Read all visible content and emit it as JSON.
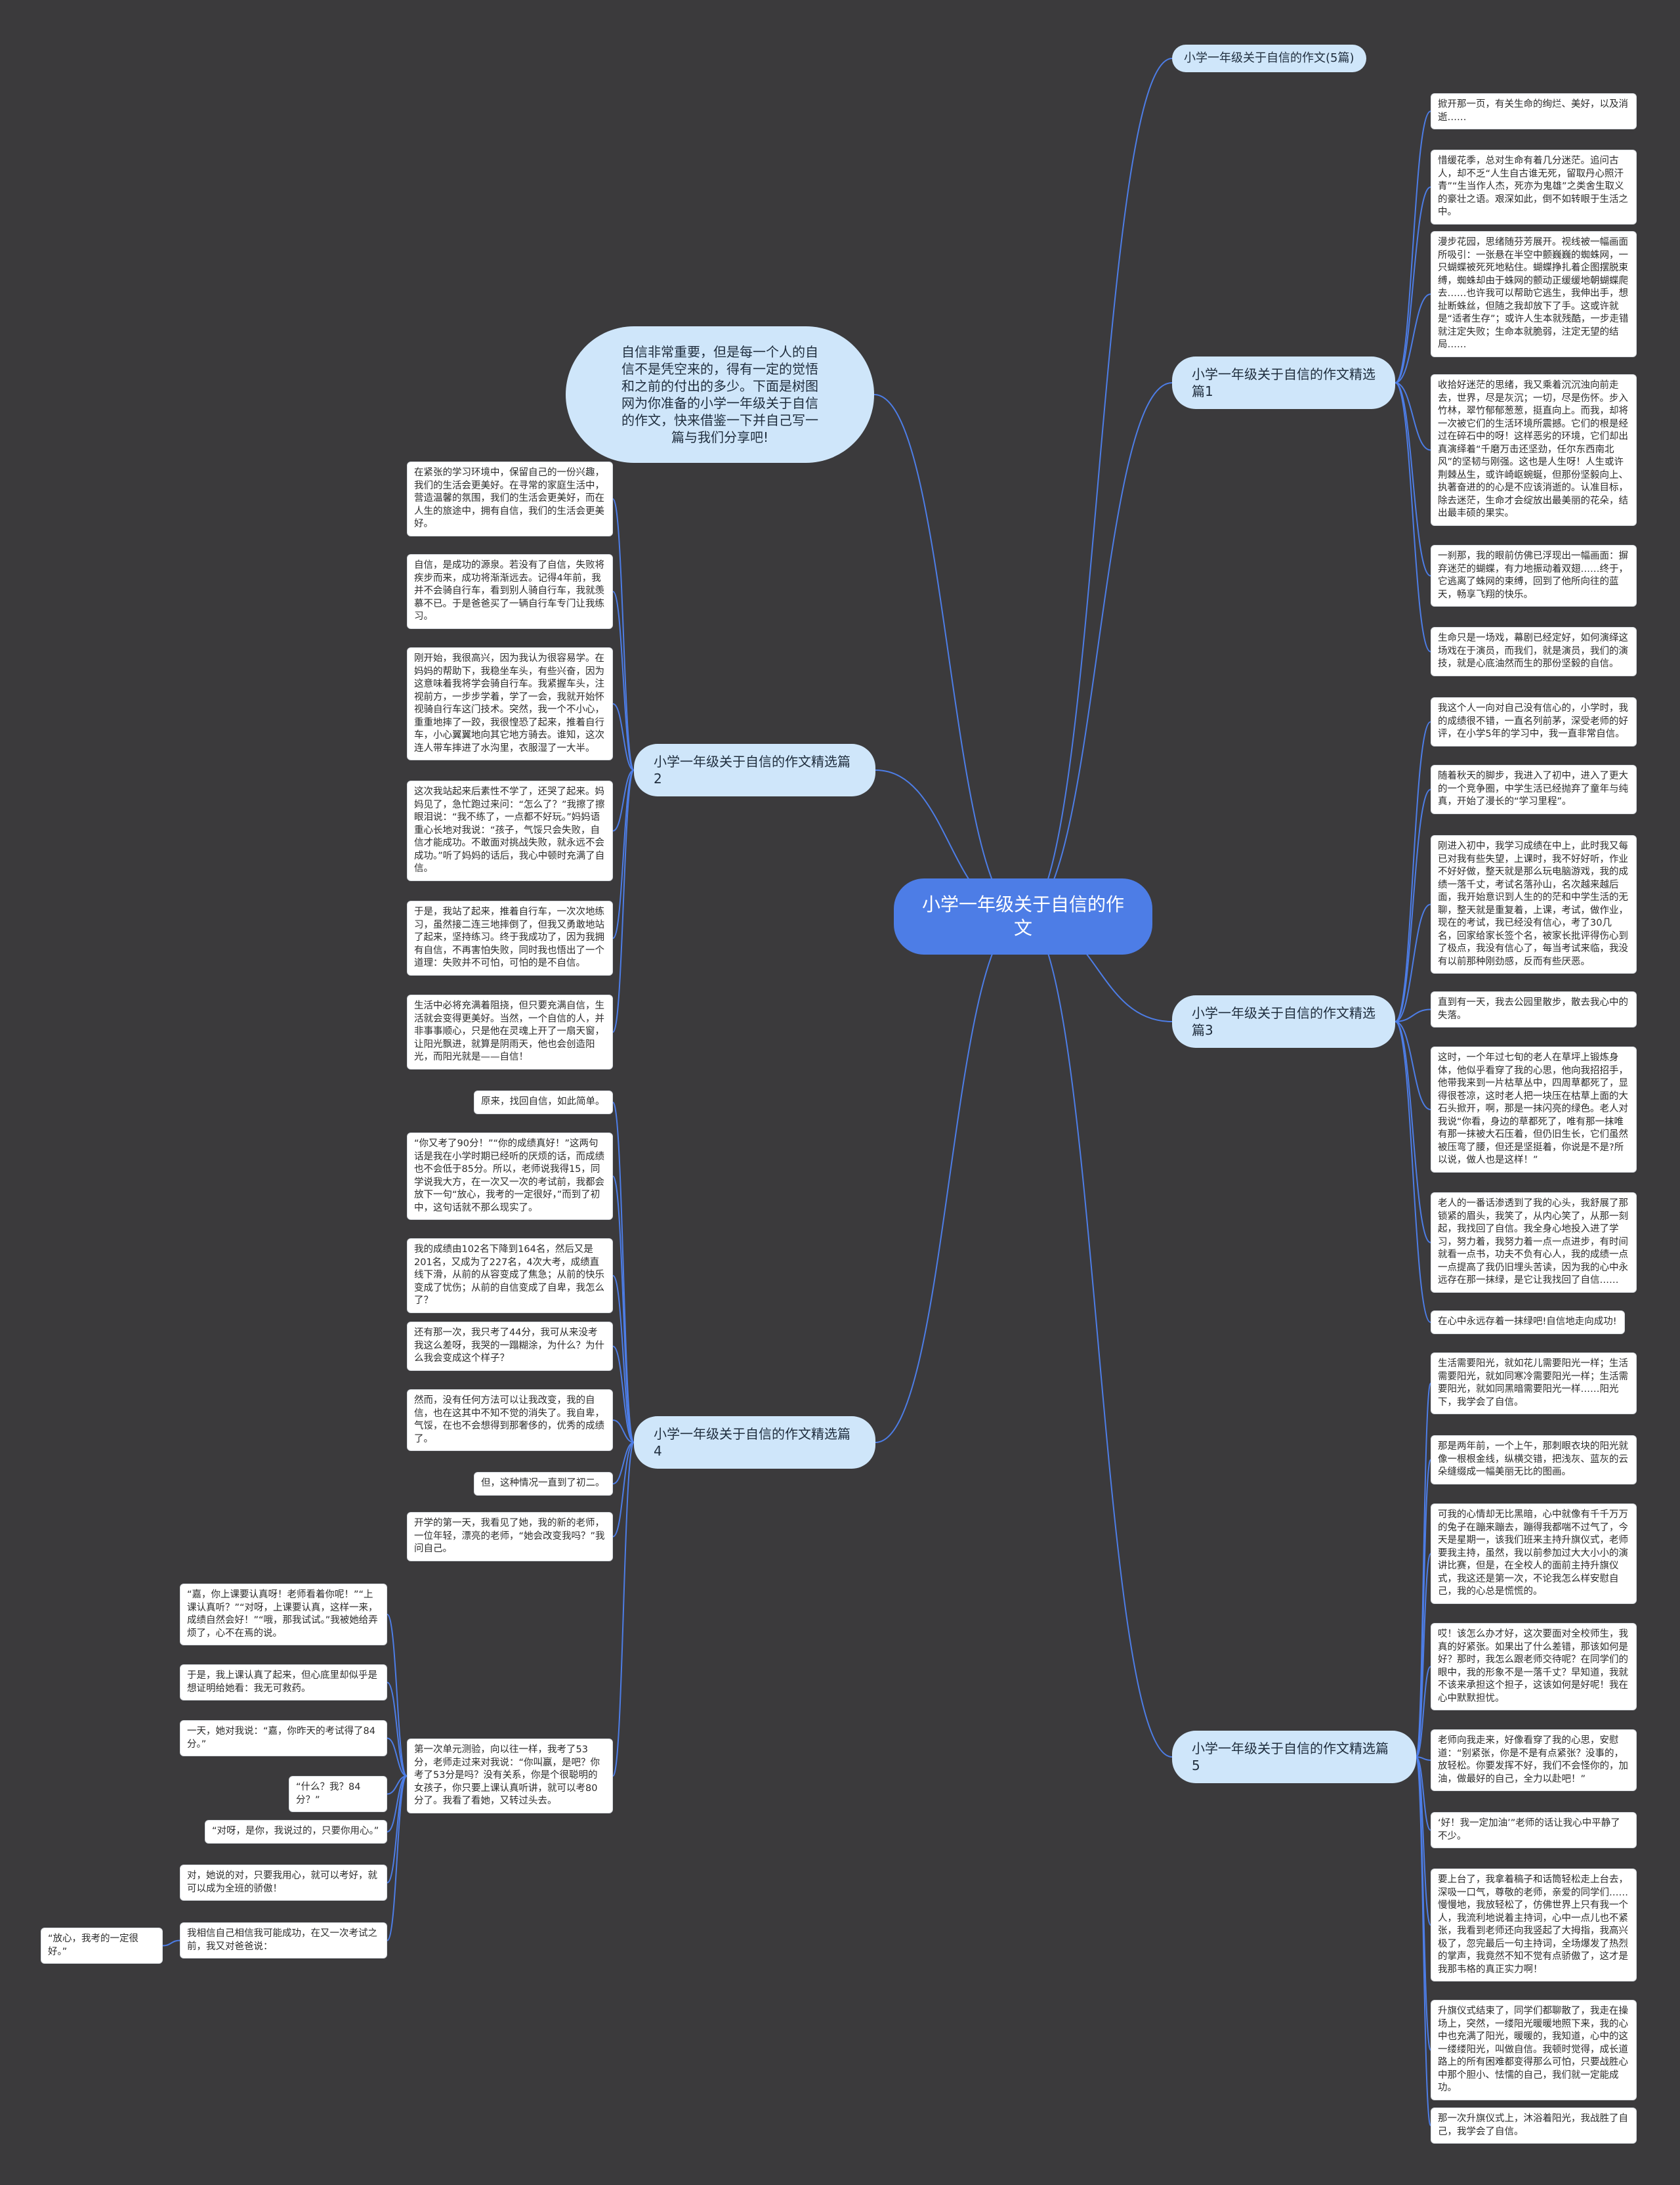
{
  "root": {
    "title": "小学一年级关于自信的作文"
  },
  "intro": "自信非常重要，但是每一个人的自信不是凭空来的，得有一定的觉悟和之前的付出的多少。下面是树图网为你准备的小学一年级关于自信的作文，快来借鉴一下并自己写一篇与我们分享吧!",
  "top_link": "小学一年级关于自信的作文(5篇)",
  "branches": {
    "b1": {
      "label": "小学一年级关于自信的作文精选篇1",
      "items": [
        "掀开那一页，有关生命的绚烂、美好，以及消逝……",
        "惜缓花季，总对生命有着几分迷茫。追问古人，却不乏“人生自古谁无死，留取丹心照汗青”“生当作人杰，死亦为鬼雄”之类舍生取义的豪壮之语。艰深如此，倒不如转眼于生活之中。",
        "漫步花园，思绪随芬芳展开。视线被一幅画面所吸引：一张悬在半空中颤巍巍的蜘蛛网，一只蝴蝶被死死地粘住。蝴蝶挣扎着企图摆脱束缚，蜘蛛却由于蛛网的颤动正缓缓地朝蝴蝶爬去……也许我可以帮助它逃生，我伸出手，想扯断蛛丝，但随之我却放下了手。这或许就是“适者生存”；或许人生本就残酷，一步走错就注定失败；生命本就脆弱，注定无望的结局……",
        "收拾好迷茫的思绪，我又乘着沉沉浊向前走去，世界，尽是灰沉；一切，尽是伤怀。步入竹林，翠竹郁郁葱葱，挺直向上。而我，却将一次被它们的生活环境所震撼。它们的根是经过在碎石中的呀！这样恶劣的环境，它们却出真演绎着“千磨万击还坚劲，任尔东西南北风”的坚韧与刚强。这也是人生呀！人生或许荆棘丛生，或许崎岖蜿蜒，但那份坚毅向上、执著奋进的的心是不应该消逝的。认准目标，除去迷茫，生命才会绽放出最美丽的花朵，结出最丰硕的果实。",
        "一刹那，我的眼前仿佛已浮现出一幅画面：摒弃迷茫的蝴蝶，有力地振动着双翅……终于，它逃离了蛛网的束缚，回到了他所向往的蓝天，畅享飞翔的快乐。",
        "生命只是一场戏，幕剧已经定好，如何演绎这场戏在于演员，而我们，就是演员，我们的演技，就是心底油然而生的那份坚毅的自信。"
      ]
    },
    "b2": {
      "label": "小学一年级关于自信的作文精选篇2",
      "items": [
        "在紧张的学习环境中，保留自己的一份兴趣，我们的生活会更美好。在寻常的家庭生活中，营造温馨的氛围，我们的生活会更美好，而在人生的旅途中，拥有自信，我们的生活会更美好。",
        "自信，是成功的源泉。若没有了自信，失败将疾步而来，成功将渐渐远去。记得4年前，我并不会骑自行车，看到别人骑自行车，我就羡慕不已。于是爸爸买了一辆自行车专门让我练习。",
        "刚开始，我很高兴，因为我认为很容易学。在妈妈的帮助下，我稳坐车头，有些兴奋，因为这意味着我将学会骑自行车。我紧握车头，注视前方，一步步学着，学了一会，我就开始怀视骑自行车这门技术。突然，我一个不小心，重重地摔了一跤，我很惶恐了起来，推着自行车，小心翼翼地向其它地方骑去。谁知，这次连人带车摔进了水沟里，衣服湿了一大半。",
        "这次我站起来后素性不学了，还哭了起来。妈妈见了，急忙跑过来问：“怎么了？”我擦了擦眼泪说：“我不练了，一点都不好玩。”妈妈语重心长地对我说：“孩子，气馁只会失败，自信才能成功。不敢面对挑战失败，就永远不会成功。”听了妈妈的话后，我心中顿时充满了自信。",
        "于是，我站了起来，推着自行车，一次次地练习，虽然接二连三地摔倒了，但我又勇敢地站了起来，坚持练习。终于我成功了，因为我拥有自信，不再害怕失败，同时我也悟出了一个道理：失败并不可怕，可怕的是不自信。",
        "生活中必将充满着阻挠，但只要充满自信，生活就会变得更美好。当然，一个自信的人，并非事事顺心，只是他在灵魂上开了一扇天窗，让阳光飘进，就算是阴雨天，他也会创造阳光，而阳光就是——自信！"
      ]
    },
    "b3": {
      "label": "小学一年级关于自信的作文精选篇3",
      "items": [
        "我这个人一向对自己没有信心的，小学时，我的成绩很不错，一直名列前茅，深受老师的好评，在小学5年的学习中，我一直非常自信。",
        "随着秋天的脚步，我进入了初中，进入了更大的一个竞争圈，中学生活已经抛弃了童年与纯真，开始了漫长的“学习里程”。",
        "刚进入初中，我学习成绩在中上，此时我又每已对我有些失望，上课时，我不好好听，作业不好好做，整天就是那么玩电脑游戏，我的成绩一落千丈，考试名落孙山，名次越来越后面，我开始意识到人生的的茫和中学生活的无聊，整天就是重复着，上课，考试，做作业，现在的考试，我已经没有信心，考了30几名，回家给家长签个名，被家长批评得伤心到了极点，我没有信心了，每当考试来临，我没有以前那种刚劲感，反而有些厌恶。",
        "直到有一天，我去公园里散步，散去我心中的失落。",
        "这时，一个年过七旬的老人在草坪上锻炼身体，他似乎看穿了我的心思，他向我招招手，他带我来到一片枯草丛中，四周草都死了，显得很苍凉，这时老人把一块压在枯草上面的大石头掀开，啊，那是一抹闪亮的绿色。老人对我说“你看，身边的草都死了，唯有那一抹唯有那一抹被大石压着，但仍旧生长，它们虽然被压弯了腰，但还是坚挺着，你说是不是?所以说，做人也是这样！”",
        "老人的一番话渗透到了我的心头，我舒展了那锁紧的眉头，我笑了，从内心笑了，从那一刻起，我找回了自信。我全身心地投入进了学习，努力着，我努力着一点一点进步，有时间就看一点书，功夫不负有心人，我的成绩一点一点提高了我仍旧埋头苦读，因为我的心中永远存在那一抹绿，是它让我找回了自信……",
        "在心中永远存着一抹绿吧!自信地走向成功!"
      ]
    },
    "b4": {
      "label": "小学一年级关于自信的作文精选篇4",
      "items": [
        "原来，找回自信，如此简单。",
        "“你又考了90分！”“你的成绩真好！”这两句话是我在小学时期已经听的厌烦的话，而成绩也不会低于85分。所以，老师说我得15，同学说我大方，在一次又一次的考试前，我都会放下一句“放心，我考的一定很好，”而到了初中，这句话就不那么现实了。",
        "我的成绩由102名下降到164名，然后又是201名，又成为了227名，4次大考，成绩直线下滑，从前的从容变成了焦急；从前的快乐变成了忧伤；从前的自信变成了自卑，我怎么了？",
        "还有那一次，我只考了44分，我可从来没考我这么差呀，我哭的一蹋糊涂，为什么？为什么我会变成这个样子？",
        "然而，没有任何方法可以让我改变，我的自信，也在这其中不知不觉的消失了。我自卑，气馁，在也不会想得到那奢侈的，优秀的成绩了。",
        "但，这种情况一直到了初二。",
        "开学的第一天，我看见了她，我的新的老师，一位年轻，漂亮的老师，“她会改变我吗？”我问自己。",
        "第一次单元测验，向以往一样，我考了53分，老师走过来对我说：“你叫赢，是吧？你考了53分是吗？没有关系，你是个很聪明的女孩子，你只要上课认真听讲，就可以考80分了。我看了看她，又转过头去。"
      ],
      "sub_items": [
        "“嘉，你上课要认真呀！老师看着你呢！”“上课认真听？”“对呀，上课要认真，这样一来，成绩自然会好！”“哦，那我试试。”我被她给弄烦了，心不在焉的说。",
        "于是，我上课认真了起来，但心底里却似乎是想证明给她看：我无可救药。",
        "一天，她对我说：“嘉，你昨天的考试得了84分。”",
        "“什么？我？84分？”",
        "“对呀，是你，我说过的，只要你用心。”",
        "对，她说的对，只要我用心，就可以考好，就可以成为全班的骄傲！",
        "我相信自己相信我可能成功，在又一次考试之前，我又对爸爸说：",
        "“放心，我考的一定很好。”"
      ]
    },
    "b5": {
      "label": "小学一年级关于自信的作文精选篇5",
      "items": [
        "生活需要阳光，就如花儿需要阳光一样；生活需要阳光，就如同寒冷需要阳光一样；生活需要阳光，就如同黑暗需要阳光一样……阳光下，我学会了自信。",
        "那是两年前，一个上午，那刺眼衣块的阳光就像一根根金线，纵横交错，把浅灰、蓝灰的云朵缝缀成一幅美丽无比的图画。",
        "可我的心情却无比黑暗，心中就像有千千万万的兔子在蹦来蹦去，蹦得我都喘不过气了，今天是星期一，该我们班来主持升旗仪式，老师要我主持，虽然，我以前参加过大大小小的演讲比赛，但是，在全校人的面前主持升旗仪式，我这还是第一次，不论我怎么样安慰自己，我的心总是慌慌的。",
        "哎！该怎么办才好，这次要面对全校师生，我真的好紧张。如果出了什么差错，那该如何是好？那时，我怎么跟老师交待呢？在同学们的眼中，我的形象不是一落千丈？早知道，我就不该来承担这个担子，这该如何是好呢！我在心中默默担忧。",
        "老师向我走来，好像看穿了我的心思，安慰道：“别紧张，你是不是有点紧张？没事的，放轻松。你要发挥不好，我们不会怪你的，加油，做最好的自己，全力以赴吧！”",
        "‘好！我一定加油’”老师的话让我心中平静了不少。",
        "要上台了，我拿着稿子和话筒轻松走上台去，深吸一口气，尊敬的老师，亲爱的同学们……慢慢地，我放轻松了，仿佛世界上只有我一个人，我流利地说着主持词，心中一点儿也不紧张，我看到老师还向我竖起了大拇指，我高兴极了，忽完最后一句主持词，全场爆发了热烈的掌声，我竟然不知不觉有点骄傲了，这才是我那韦格的真正实力啊！",
        "升旗仪式结束了，同学们都聊散了，我走在操场上，突然，一缕阳光暖暖地照下来，我的心中也充满了阳光，暖暖的，我知道，心中的这一缕缕阳光，叫做自信。我顿时觉得，成长道路上的所有困难都变得那么可怕，只要战胜心中那个胆小、怯懦的自己，我们就一定能成功。",
        "那一次升旗仪式上，沐浴着阳光，我战胜了自己，我学会了自信。"
      ]
    }
  },
  "colors": {
    "background": "#3b3a3c",
    "line": "#4d7de6",
    "center": "#4d7de6",
    "branch": "#cfe6fa",
    "leaf": "#ffffff"
  }
}
